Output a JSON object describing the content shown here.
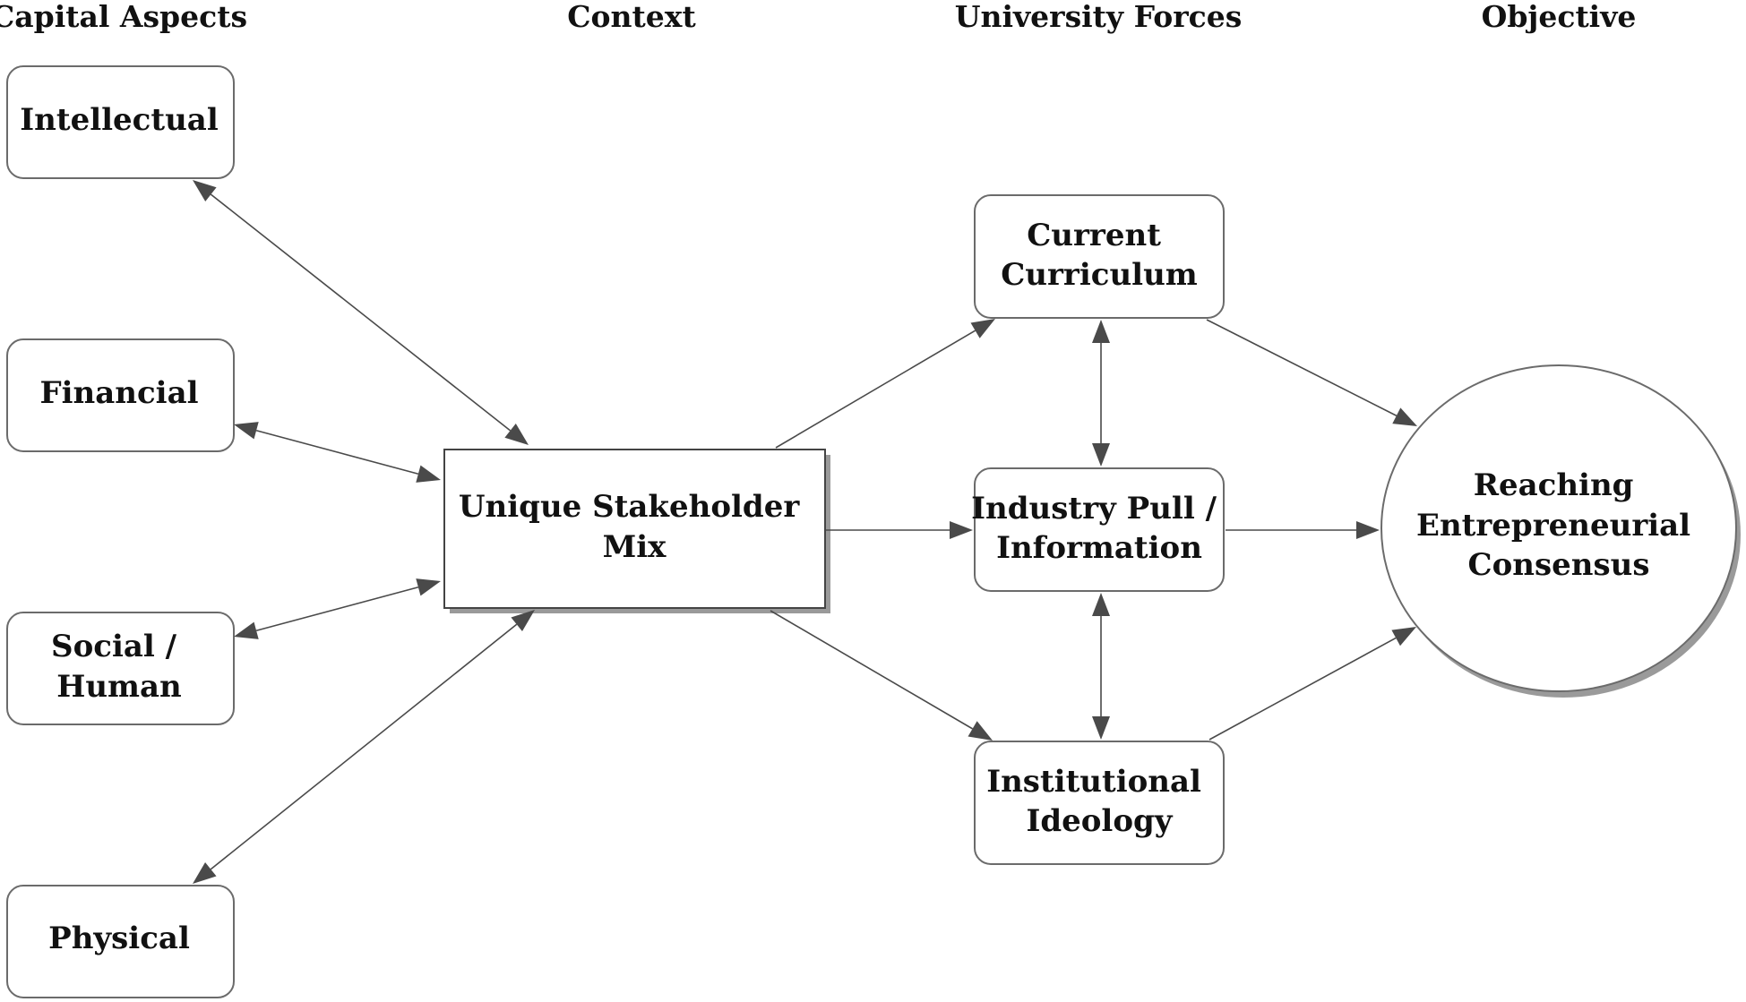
{
  "columns": {
    "capital_aspects": "Capital Aspects",
    "context": "Context",
    "university_forces": "University Forces",
    "objective": "Objective"
  },
  "nodes": {
    "intellectual": [
      "Intellectual"
    ],
    "financial": [
      "Financial"
    ],
    "social_human": [
      "Social /",
      "Human"
    ],
    "physical": [
      "Physical"
    ],
    "stakeholder_mix": [
      "Unique Stakeholder",
      "Mix"
    ],
    "current_curriculum": [
      "Current",
      "Curriculum"
    ],
    "industry_pull": [
      "Industry Pull /",
      "Information"
    ],
    "institutional_ideology": [
      "Institutional",
      "Ideology"
    ],
    "consensus": [
      "Reaching",
      "Entrepreneurial",
      "Consensus"
    ]
  }
}
